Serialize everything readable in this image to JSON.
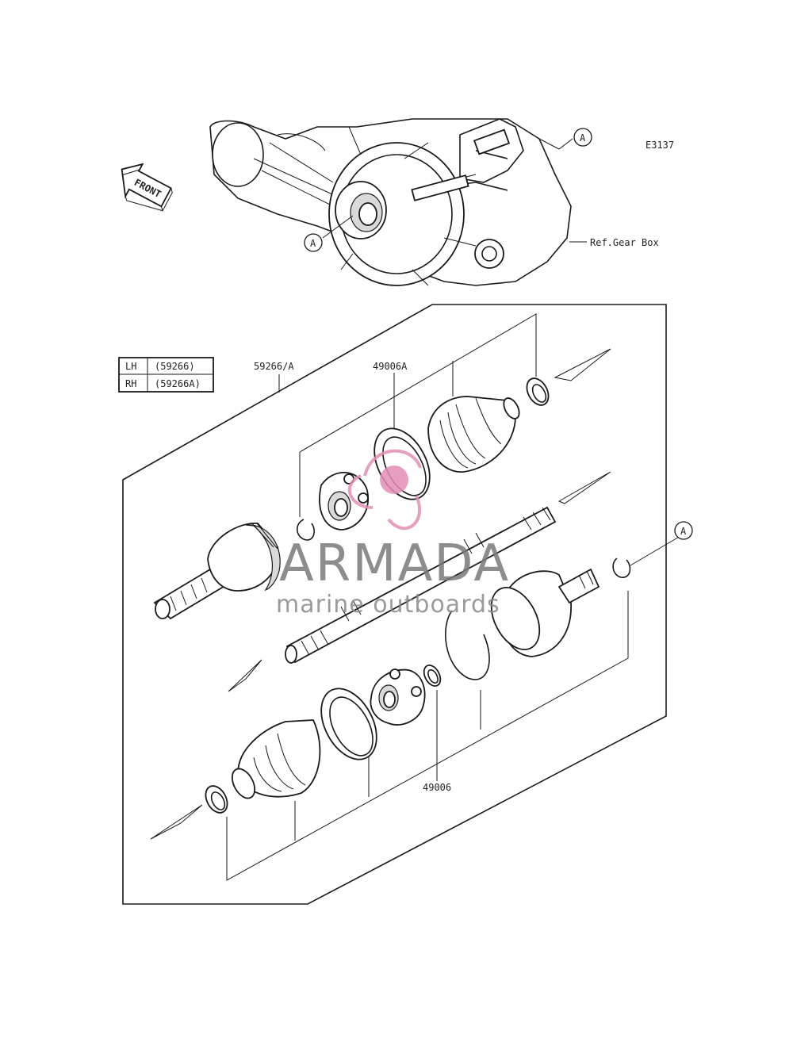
{
  "diagram": {
    "code": "E3137",
    "ref_label": "Ref.Gear Box",
    "front_label": "FRONT",
    "callouts": {
      "a_top": "A",
      "a_mid": "A",
      "a_right": "A"
    },
    "parts": {
      "shaft_assy": "59266/A",
      "joint_kit_a": "49006A",
      "joint_kit": "49006"
    },
    "side_table": {
      "rows": [
        {
          "side": "LH",
          "part": "(59266)"
        },
        {
          "side": "RH",
          "part": "(59266A)"
        }
      ]
    }
  },
  "watermark": {
    "brand": "ARMADA",
    "tagline": "marine outboards",
    "color": "#e58fb5"
  }
}
